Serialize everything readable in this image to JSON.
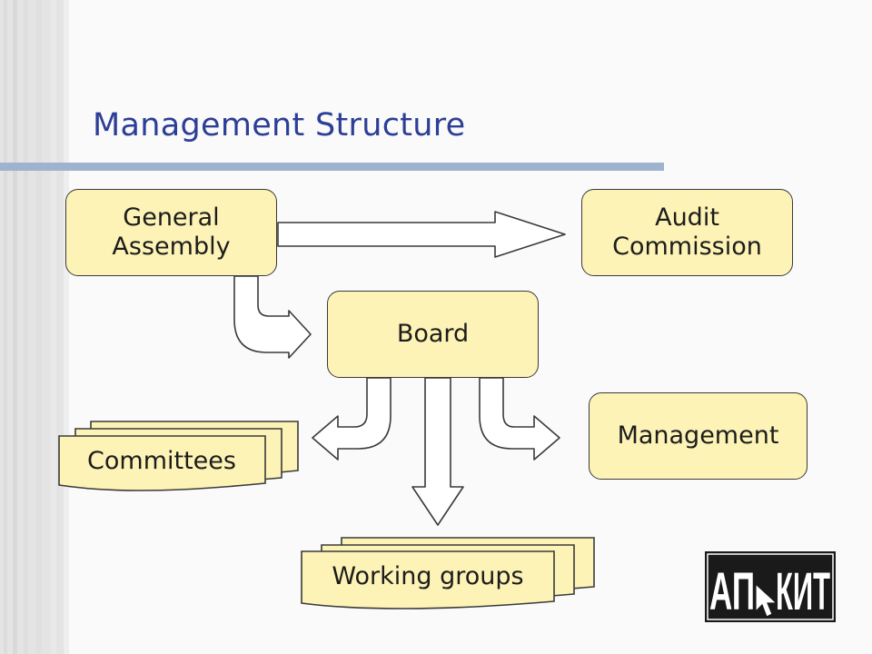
{
  "slide": {
    "title": "Management Structure"
  },
  "nodes": {
    "general_assembly": "General\nAssembly",
    "audit_commission": "Audit\nCommission",
    "board": "Board",
    "management": "Management",
    "committees": "Committees",
    "working_groups": "Working groups"
  },
  "logo": {
    "text_left": "АП",
    "text_right": "КИТ"
  },
  "colors": {
    "title": "#2c3e96",
    "title_rule": "#9fb2cf",
    "box_fill": "#fdf3b6",
    "arrow_fill": "#ffffff",
    "outline": "#3a3a3a",
    "logo_bg": "#1a1a1a"
  }
}
